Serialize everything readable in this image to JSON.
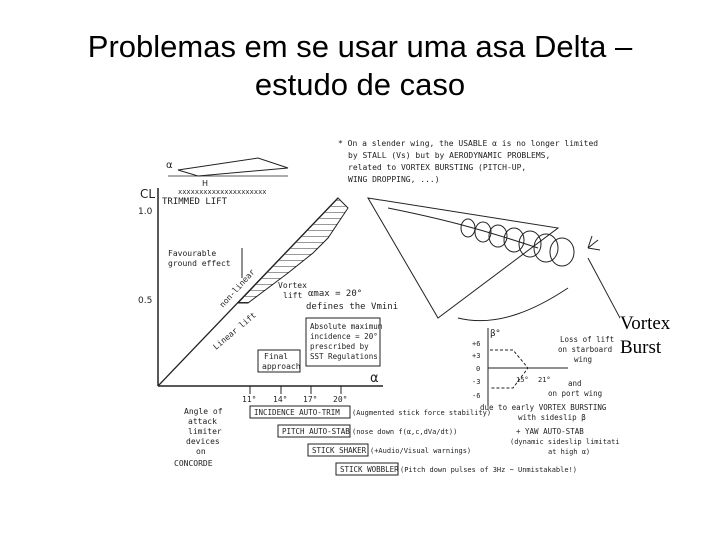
{
  "slide": {
    "title_line1": "Problemas em se usar uma asa Delta –",
    "title_line2": "estudo de caso"
  },
  "callout": {
    "line1": "Vortex",
    "line2": "Burst"
  },
  "diagram": {
    "note_lines": [
      "* On a slender wing, the USABLE α is no longer limited",
      "by STALL (Vs) but by AERODYNAMIC PROBLEMS,",
      "related to VORTEX BURSTING (PITCH-UP,",
      "WING DROPPING, ...)"
    ],
    "cl_axis": "CL",
    "alpha_axis": "α",
    "alpha_small": "α",
    "h_label": "H",
    "xs_row": "xxxxxxxxxxxxxxxxxxxxx",
    "tick_10": "1.0",
    "tick_05": "0.5",
    "trimmed_lift": "TRIMMED LIFT",
    "favourable_ground_effect_1": "Favourable",
    "favourable_ground_effect_2": "ground effect",
    "vortex_lift_1": "Vortex",
    "vortex_lift_2": "lift",
    "linear_lift_1": "non-linear",
    "linear_lift_2": "Linear lift",
    "final_approach_1": "Final",
    "final_approach_2": "approach",
    "alpha_max": "αmax = 20°",
    "defines_vmin": "defines the Vmini",
    "absolute_max_lines": [
      "Absolute maximum",
      "incidence = 20°",
      "prescribed by",
      "SST Regulations"
    ],
    "alpha_ticks": [
      "11°",
      "14°",
      "17°",
      "20°"
    ],
    "limiter_label_lines": [
      "Angle of",
      "attack",
      "limiter",
      "devices",
      "on",
      "CONCORDE"
    ],
    "incidence_autotrim": "INCIDENCE AUTO-TRIM",
    "incidence_autotrim_note": "(Augmented stick force stability)",
    "pitch_autostab": "PITCH AUTO-STAB",
    "pitch_autostab_note": "(nose down f(α,c,dVa/dt))",
    "stick_shaker": "STICK SHAKER",
    "stick_shaker_note": "(+Audio/Visual warnings)",
    "stick_wobbler": "STICK WOBBLER",
    "stick_wobbler_note": "(Pitch down pulses of 3Hz ~ Unmistakable!)",
    "wing_stall_lines": [
      "Loss of lift",
      "on starboard",
      "wing"
    ],
    "and_port_lines": [
      "and",
      "on port wing"
    ],
    "due_to_lines": [
      "due to early VORTEX BURSTING",
      "with sideslip β"
    ],
    "yaw_autostab_lines": [
      "+ YAW AUTO-STAB",
      "(dynamic sideslip limitation",
      "at high α)"
    ],
    "beta_label": "β°",
    "beta_ticks": [
      "+6",
      "+3",
      "0",
      "-3",
      "-6"
    ],
    "alpha_15": "15°",
    "alpha_21": "21°"
  },
  "colors": {
    "ink": "#222222",
    "paper": "#ffffff"
  }
}
